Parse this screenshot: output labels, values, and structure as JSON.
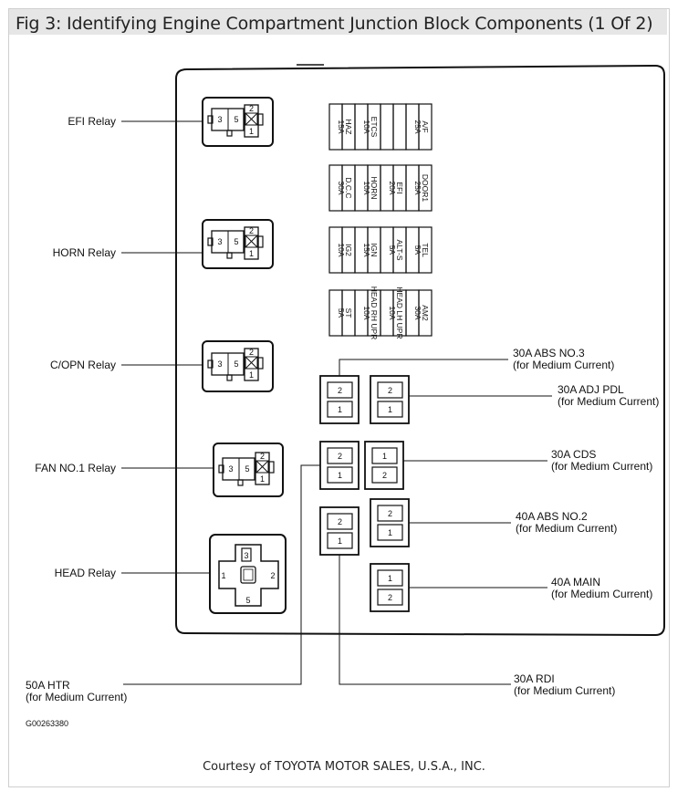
{
  "figure": {
    "title": "Fig 3: Identifying Engine Compartment Junction Block Components (1 Of 2)",
    "credit": "Courtesy of TOYOTA MOTOR SALES, U.S.A., INC.",
    "image_code": "G00263380"
  },
  "relays": [
    {
      "label": "EFI Relay",
      "pins": [
        "3",
        "5",
        "2",
        "1"
      ]
    },
    {
      "label": "HORN Relay",
      "pins": [
        "3",
        "5",
        "2",
        "1"
      ]
    },
    {
      "label": "C/OPN Relay",
      "pins": [
        "3",
        "5",
        "2",
        "1"
      ]
    },
    {
      "label": "FAN NO.1 Relay",
      "pins": [
        "3",
        "5",
        "2",
        "1"
      ]
    },
    {
      "label": "HEAD Relay",
      "pins": [
        "3",
        "1",
        "2",
        "5"
      ]
    }
  ],
  "fuse_rows": [
    [
      {
        "amp": "15A",
        "name": "HAZ"
      },
      {
        "amp": "10A",
        "name": "ETCS"
      },
      {
        "amp": "",
        "name": ""
      },
      {
        "amp": "25A",
        "name": "A/F"
      }
    ],
    [
      {
        "amp": "30A",
        "name": "D.C.C"
      },
      {
        "amp": "10A",
        "name": "HORN"
      },
      {
        "amp": "20A",
        "name": "EFI"
      },
      {
        "amp": "25A",
        "name": "DOOR1"
      }
    ],
    [
      {
        "amp": "10A",
        "name": "IG2"
      },
      {
        "amp": "15A",
        "name": "IGN"
      },
      {
        "amp": "5A",
        "name": "ALT-S"
      },
      {
        "amp": "5A",
        "name": "TEL"
      }
    ],
    [
      {
        "amp": "5A",
        "name": "ST"
      },
      {
        "amp": "10A",
        "name": "HEAD RH UPR"
      },
      {
        "amp": "10A",
        "name": "HEAD LH UPR"
      },
      {
        "amp": "30A",
        "name": "AM2"
      }
    ]
  ],
  "cartridge_fuses": [
    {
      "name": "30A ABS NO.3",
      "note": "(for Medium Current)",
      "pins": [
        "2",
        "1"
      ]
    },
    {
      "name": "30A ADJ PDL",
      "note": "(for Medium Current)",
      "pins": [
        "2",
        "1"
      ]
    },
    {
      "name": "30A CDS",
      "note": "(for Medium Current)",
      "pins": [
        "1",
        "2"
      ]
    },
    {
      "name": "40A ABS NO.2",
      "note": "(for Medium Current)",
      "pins": [
        "2",
        "1"
      ]
    },
    {
      "name": "40A MAIN",
      "note": "(for Medium Current)",
      "pins": [
        "1",
        "2"
      ]
    },
    {
      "name": "50A HTR",
      "note": "(for Medium Current)",
      "pins": [
        "2",
        "1"
      ]
    },
    {
      "name": "30A RDI",
      "note": "(for Medium Current)",
      "pins": [
        "2",
        "1"
      ]
    }
  ]
}
